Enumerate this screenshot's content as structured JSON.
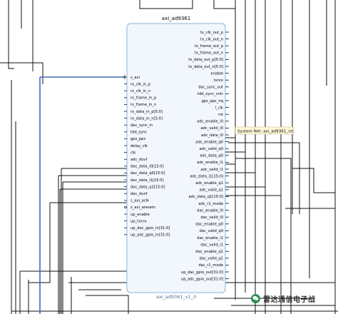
{
  "block": {
    "title": "axi_ad9361",
    "footer": "axi_ad9361_v1_0",
    "left_pins": [
      "s_axi",
      "rx_clk_in_p",
      "rx_clk_in_n",
      "rx_frame_in_p",
      "rx_frame_in_n",
      "rx_data_in_p[5:0]",
      "rx_data_in_n[5:0]",
      "dac_sync_in",
      "tdd_sync",
      "gps_pps",
      "delay_clk",
      "clk",
      "adc_dovf",
      "dac_data_i0[15:0]",
      "dac_data_q0[15:0]",
      "dac_data_i1[15:0]",
      "dac_data_q1[15:0]",
      "dac_dunf",
      "s_axi_aclk",
      "s_axi_aresetn",
      "up_enable",
      "up_txnrx",
      "up_dac_gpio_in[31:0]",
      "up_adc_gpio_in[31:0]"
    ],
    "right_pins": [
      "tx_clk_out_p",
      "tx_clk_out_n",
      "tx_frame_out_p",
      "tx_frame_out_n",
      "tx_data_out_p[5:0]",
      "tx_data_out_n[5:0]",
      "enable",
      "txnrx",
      "dac_sync_out",
      "tdd_sync_cntr",
      "gps_pps_irq",
      "l_clk",
      "rst",
      "adc_enable_i0",
      "adc_valid_i0",
      "adc_data_i0",
      "adc_enable_q0",
      "adc_valid_q0",
      "adc_data_q0",
      "adc_enable_i1",
      "adc_valid_i1",
      "adc_data_i1[15:0]",
      "adc_enable_q1",
      "adc_valid_q1",
      "adc_data_q1[15:0]",
      "adc_r1_mode",
      "dac_enable_i0",
      "dac_valid_i0",
      "dac_enable_q0",
      "dac_valid_q0",
      "dac_enable_i1",
      "dac_valid_i1",
      "dac_enable_q1",
      "dac_valid_q1",
      "dac_r1_mode",
      "up_dac_gpio_out[31:0]",
      "up_adc_gpio_out[31:0]"
    ]
  },
  "tooltip": "System Net: axi_ad9361_rst",
  "watermark": "雷达通信电子战",
  "colors": {
    "block_fill": "#f2f7fd",
    "block_border": "#8fb3dd",
    "wire": "#111111",
    "bus": "#4169b8",
    "tooltip_bg": "#fff8d8"
  }
}
